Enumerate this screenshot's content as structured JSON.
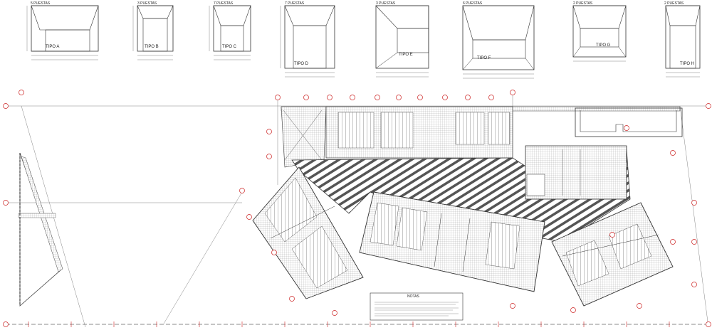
{
  "type_details": [
    {
      "count_label": "5 PUESTAS",
      "name": "TIPO A"
    },
    {
      "count_label": "3 PUESTAS",
      "name": "TIPO B"
    },
    {
      "count_label": "7 PUESTAS",
      "name": "TIPO C"
    },
    {
      "count_label": "7 PUESTAS",
      "name": "TIPO D"
    },
    {
      "count_label": "3 PUESTAS",
      "name": "TIPO E"
    },
    {
      "count_label": "6 PUESTAS",
      "name": "TIPO F"
    },
    {
      "count_label": "2 PUESTAS",
      "name": "TIPO G"
    },
    {
      "count_label": "2 PUESTAS",
      "name": "TIPO H"
    }
  ],
  "notes": {
    "title": "NOTAS"
  },
  "colors": {
    "line": "#333333",
    "hatch": "#555555",
    "grid_marker": "#cc2222",
    "paper": "#ffffff"
  }
}
